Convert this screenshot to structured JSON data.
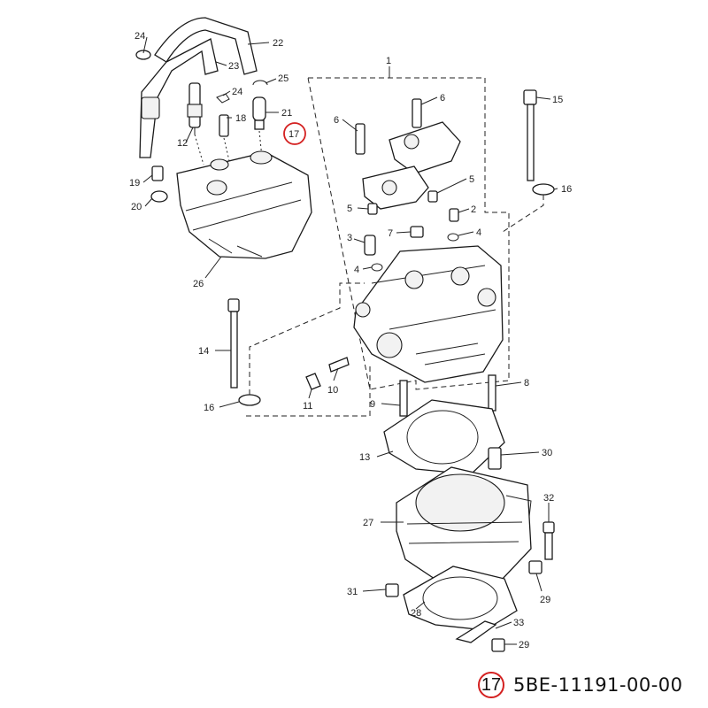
{
  "callouts": {
    "c1": "1",
    "c2": "2",
    "c3": "3",
    "c4a": "4",
    "c4b": "4",
    "c5a": "5",
    "c5b": "5",
    "c6a": "6",
    "c6b": "6",
    "c7": "7",
    "c8": "8",
    "c9": "9",
    "c10": "10",
    "c11": "11",
    "c12": "12",
    "c13": "13",
    "c14": "14",
    "c15": "15",
    "c16a": "16",
    "c16b": "16",
    "c17": "17",
    "c18": "18",
    "c19": "19",
    "c20": "20",
    "c21": "21",
    "c22": "22",
    "c23": "23",
    "c24a": "24",
    "c24b": "24",
    "c25": "25",
    "c26": "26",
    "c27": "27",
    "c28": "28",
    "c29a": "29",
    "c29b": "29",
    "c30": "30",
    "c31": "31",
    "c32": "32",
    "c33": "33"
  },
  "highlight": {
    "ref": "17",
    "color": "#d42020"
  },
  "footer": {
    "ref": "17",
    "part_number": "5BE-11191-00-00"
  }
}
